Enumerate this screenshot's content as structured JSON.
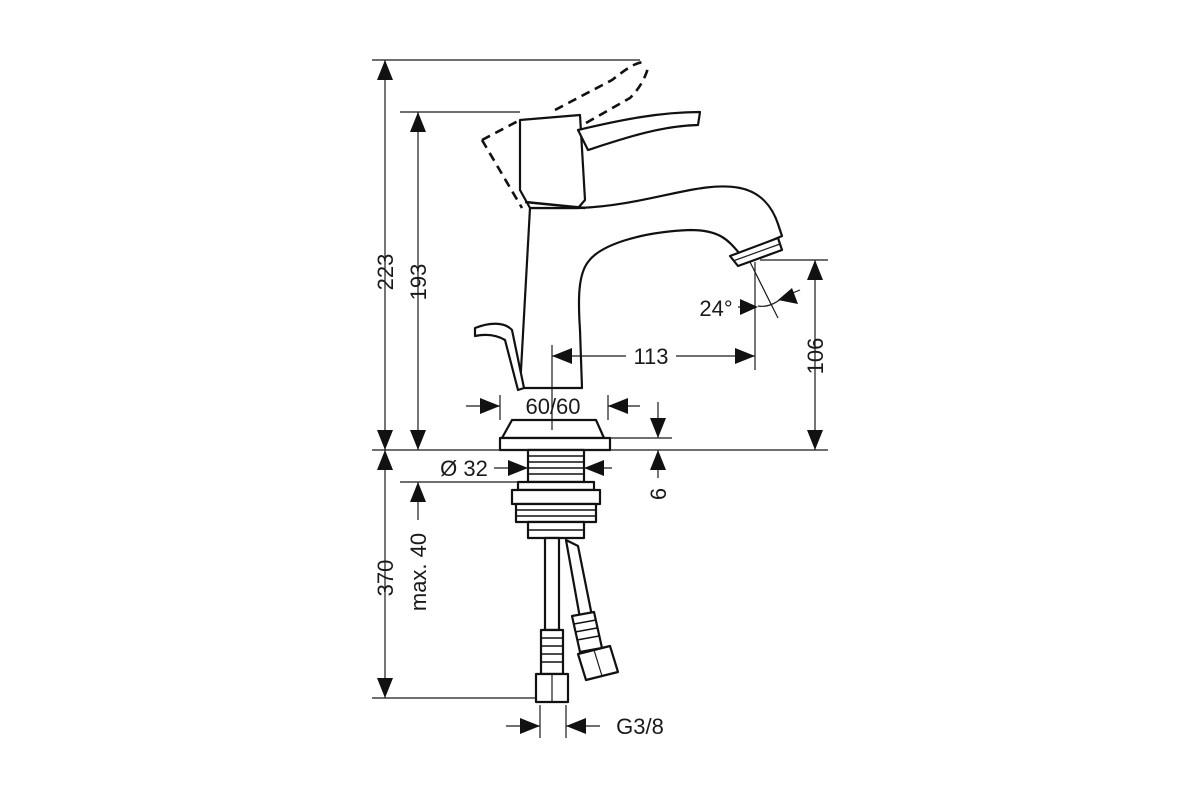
{
  "drawing": {
    "dimensions": {
      "total_height": "223",
      "spout_height": "193",
      "reach": "113",
      "outlet_height": "106",
      "spray_angle": "24°",
      "base_size": "60/60",
      "thread_diameter": "Ø 32",
      "base_plate": "6",
      "mount_thickness": "max. 40",
      "hose_length": "370",
      "connection": "G3/8"
    }
  }
}
